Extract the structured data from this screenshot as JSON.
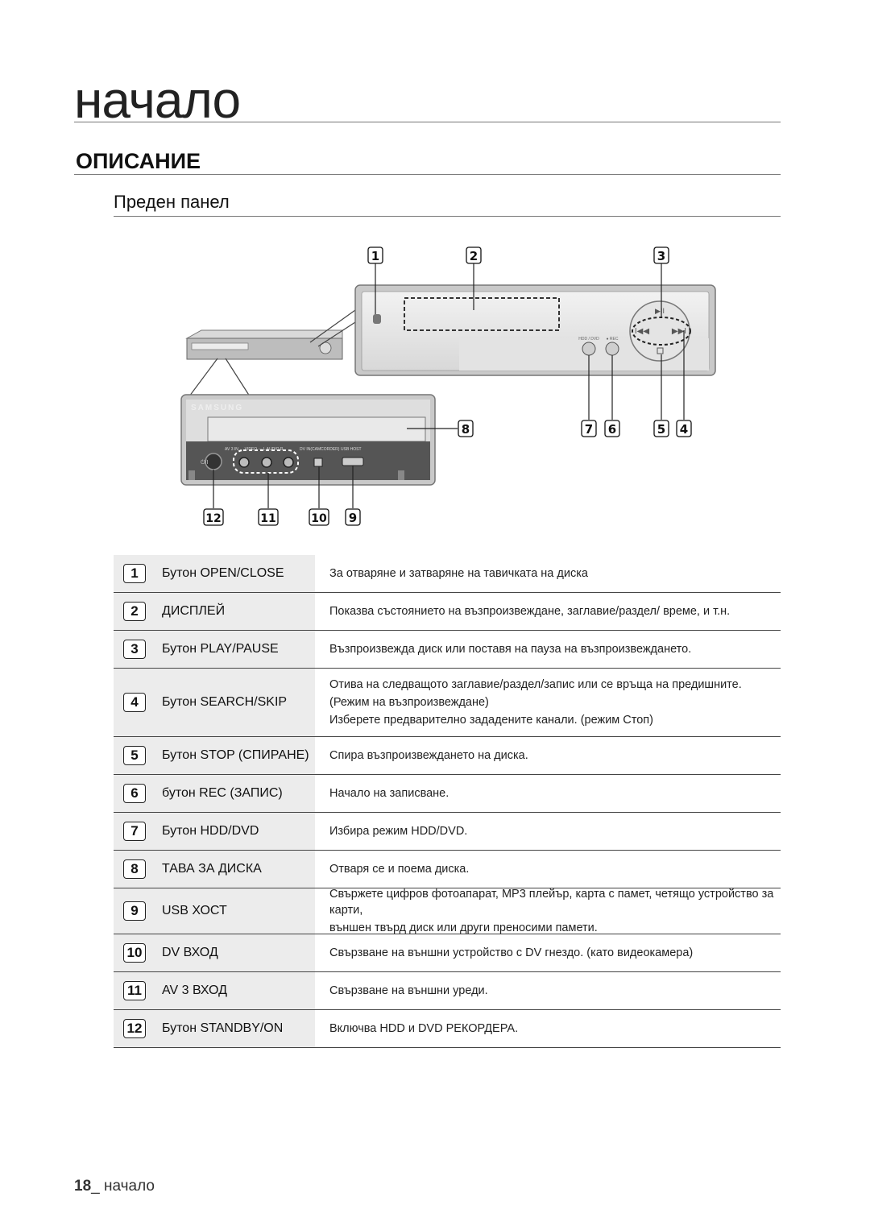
{
  "header": {
    "chapter": "начало",
    "section": "ОПИСАНИЕ",
    "subsection": "Преден панел"
  },
  "diagram": {
    "brand": "SAMSUNG",
    "panel_labels": {
      "hdd_dvd": "HDD / DVD",
      "rec": "● REC"
    },
    "port_labels": {
      "av3": "AV 3 IN ← VIDEO — L AUDIO R",
      "dv": "DV IN(CAMCORDER)",
      "usb": "USB HOST"
    },
    "standby_icon": "power-icon",
    "callouts": [
      "1",
      "2",
      "3",
      "4",
      "5",
      "6",
      "7",
      "8",
      "9",
      "10",
      "11",
      "12"
    ]
  },
  "items": [
    {
      "num": "1",
      "label": "Бутон OPEN/CLOSE",
      "desc": [
        "За отваряне и затваряне на тавичката на диска"
      ]
    },
    {
      "num": "2",
      "label": "ДИСПЛЕЙ",
      "desc": [
        "Показва състоянието на възпроизвеждане, заглавие/раздел/ време, и т.н."
      ]
    },
    {
      "num": "3",
      "label": "Бутон PLAY/PAUSE",
      "desc": [
        "Възпроизвежда диск или поставя на пауза на възпроизвеждането."
      ]
    },
    {
      "num": "4",
      "label": "Бутон SEARCH/SKIP",
      "desc": [
        "Отива на следващото заглавие/раздел/запис или се връща на предишните.",
        "(Режим на възпроизвеждане)",
        "Изберете предварително зададените канали. (режим Стоп)"
      ]
    },
    {
      "num": "5",
      "label": "Бутон STOP (СПИРАНЕ)",
      "desc": [
        "Спира възпроизвеждането на диска."
      ]
    },
    {
      "num": "6",
      "label": "бутон REC (ЗАПИС)",
      "desc": [
        "Начало на записване."
      ]
    },
    {
      "num": "7",
      "label": "Бутон HDD/DVD",
      "desc": [
        "Избира режим HDD/DVD."
      ]
    },
    {
      "num": "8",
      "label": "ТАВА ЗА ДИСКА",
      "desc": [
        "Отваря се и поема диска."
      ]
    },
    {
      "num": "9",
      "label": "USB ХОСТ",
      "desc": [
        "Свържете цифров фотоапарат, MP3 плейър, карта с памет, четящо устройство за карти,",
        "външен твърд диск или други преносими памети."
      ]
    },
    {
      "num": "10",
      "label": "DV ВХОД",
      "desc": [
        "Свързване на външни устройство с DV гнездо. (като видеокамера)"
      ]
    },
    {
      "num": "11",
      "label": "AV 3 ВХОД",
      "desc": [
        "Свързване на външни уреди."
      ]
    },
    {
      "num": "12",
      "label": "Бутон STANDBY/ON",
      "desc": [
        "Включва HDD и DVD РЕКОРДЕРА."
      ]
    }
  ],
  "footer": {
    "page": "18",
    "text": "_ начало"
  }
}
